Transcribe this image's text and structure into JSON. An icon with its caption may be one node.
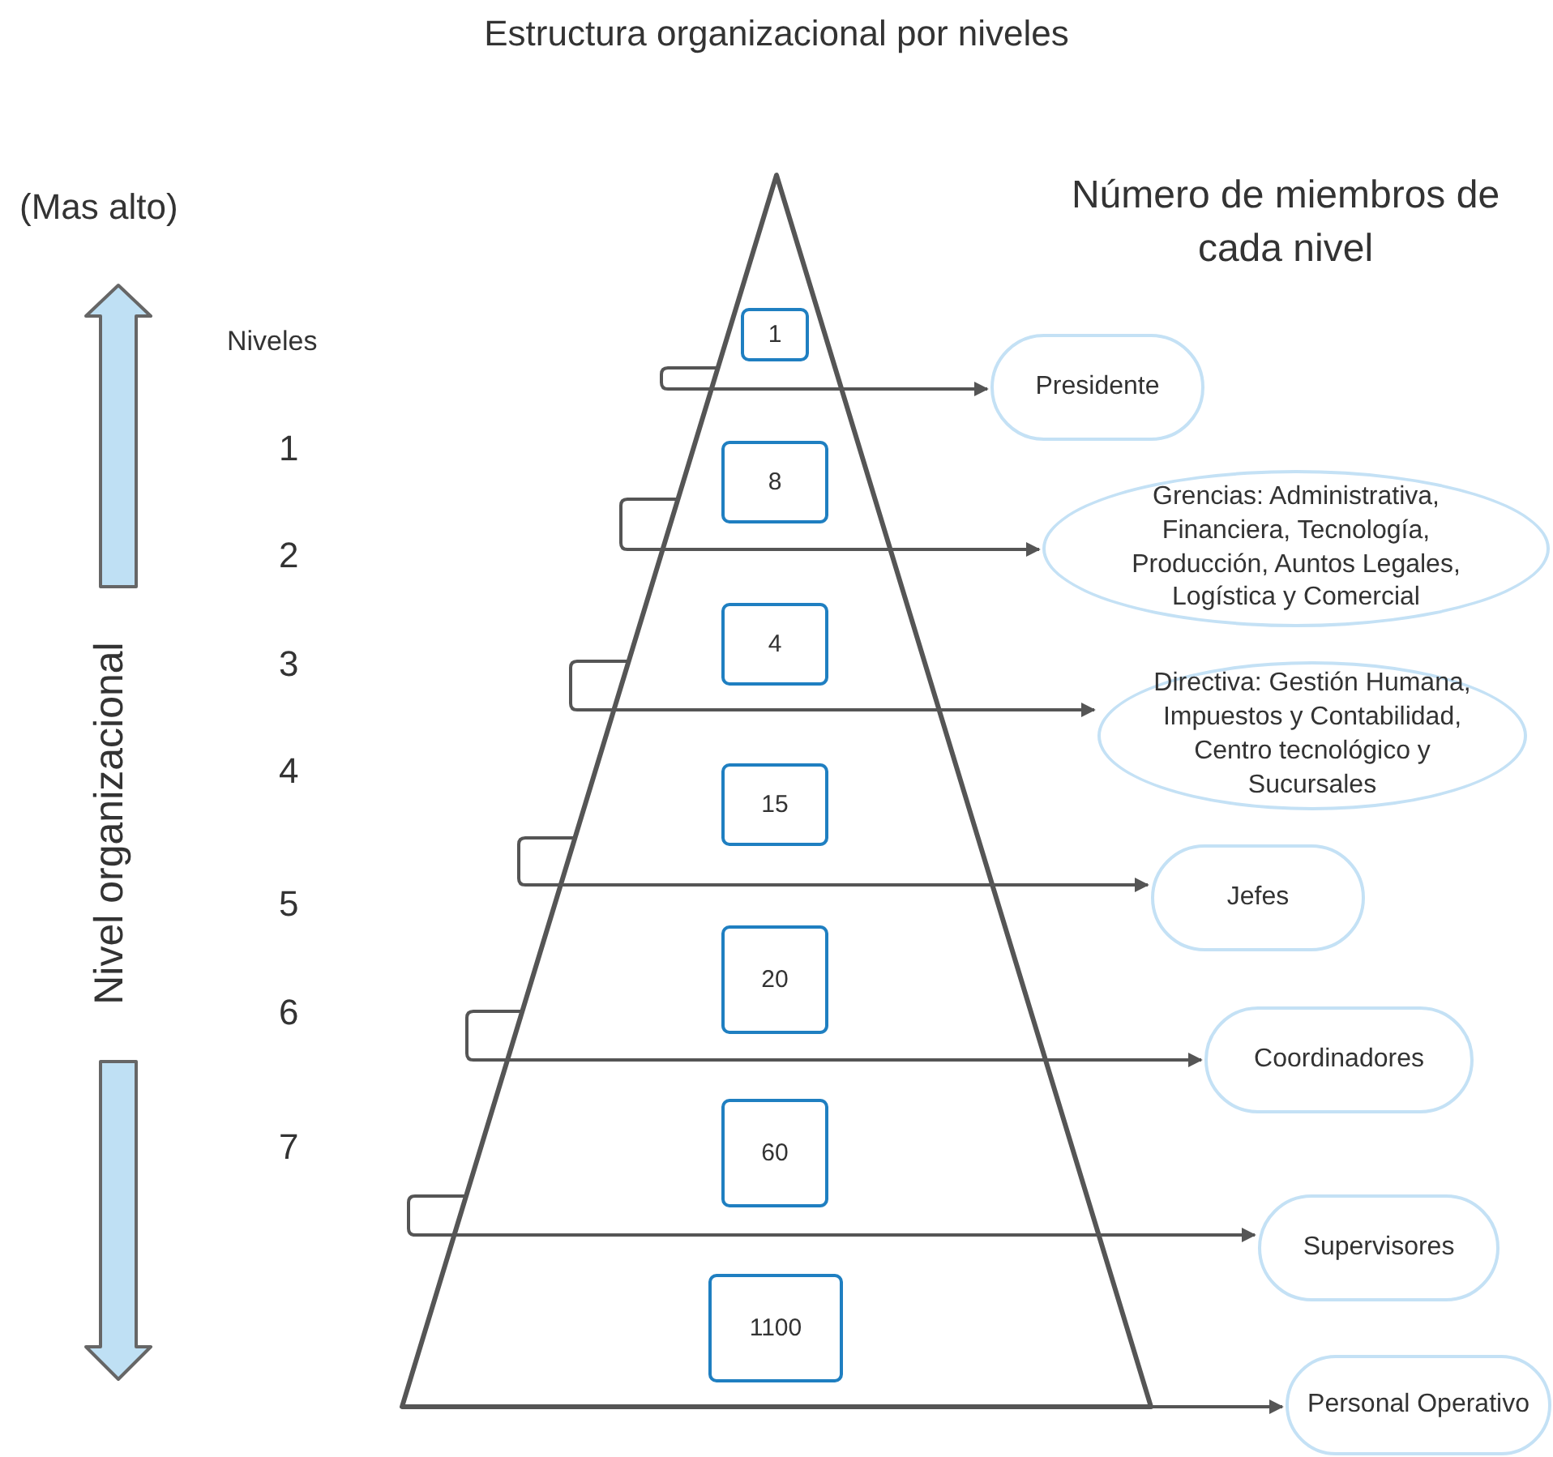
{
  "diagram": {
    "title": "Estructura organizacional por niveles",
    "nodes": [
      {
        "text": [],
        "shape": "triangle"
      },
      {
        "text": [
          "1"
        ],
        "in": 0
      },
      {
        "text": [
          "8"
        ],
        "in": 0
      },
      {
        "text": [
          "4"
        ],
        "in": 0
      },
      {
        "text": [
          "15"
        ],
        "in": 0
      },
      {
        "text": [
          "20"
        ],
        "in": 0
      },
      {
        "text": [
          "60"
        ],
        "in": 0
      },
      {
        "text": [
          "1100"
        ],
        "in": 0
      },
      {
        "text": [
          "Presidente"
        ]
      },
      {
        "text": [
          "Grencias: Administrativa, Financiera, Tecnología, Producción, Auntos Legales, Logística y Comercial"
        ]
      },
      {
        "text": [
          "Directiva: Gestión Humana, Impuestos y Contabilidad, Centro tecnológico y Sucursales"
        ]
      },
      {
        "text": [
          "Jefes"
        ]
      },
      {
        "text": [
          "Coordinadores"
        ]
      },
      {
        "text": [
          "Supervisores"
        ]
      },
      {
        "text": [
          "Personal Operativo"
        ]
      }
    ],
    "edges": [
      {
        "from": 0,
        "to": 8,
        "arrow": "to"
      },
      {
        "from": 0,
        "to": 9,
        "arrow": "to"
      },
      {
        "from": 0,
        "to": 10,
        "arrow": "to"
      },
      {
        "from": 0,
        "to": 11,
        "arrow": "to"
      },
      {
        "from": 0,
        "to": 12,
        "arrow": "to"
      },
      {
        "from": 0,
        "to": 13,
        "arrow": "to"
      },
      {
        "from": 0,
        "to": 14,
        "arrow": "to"
      }
    ],
    "labels": [
      "(Mas alto)",
      "Número de miembros de cada nivel",
      "Niveles",
      "1",
      "2",
      "3",
      "4",
      "5",
      "6",
      "7",
      "Nivel organizacional"
    ]
  }
}
